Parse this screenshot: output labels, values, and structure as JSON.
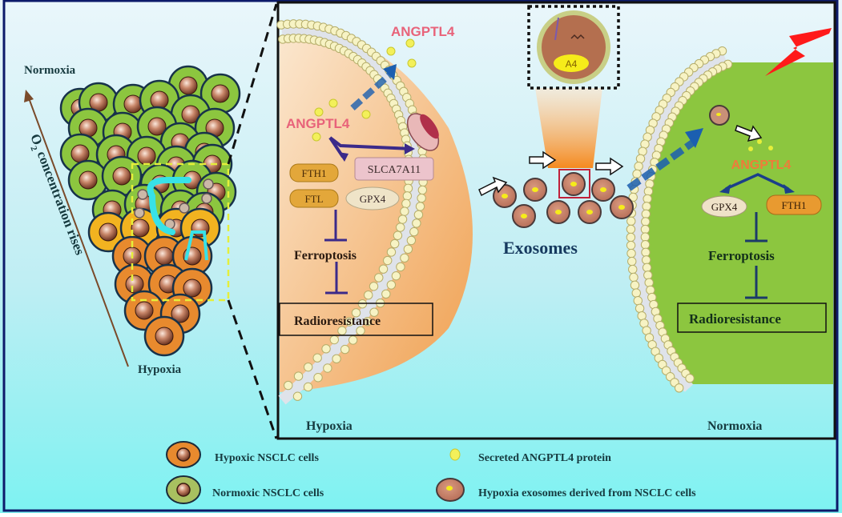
{
  "left_panel": {
    "top_label": "Normoxia",
    "bottom_label": "Hypoxia",
    "axis_label_prefix": "O",
    "axis_label_sub": "2",
    "axis_label_suffix": " concentration rises"
  },
  "hypoxic_cell": {
    "secreted_label": "ANGPTL4",
    "inner_label": "ANGPTL4",
    "proteins": [
      "FTH1",
      "FTL",
      "SLCA7A11",
      "GPX4"
    ],
    "ferroptosis": "Ferroptosis",
    "radioresistance": "Radioresistance",
    "region_label": "Hypoxia"
  },
  "exosome_panel": {
    "label": "Exosomes",
    "inset_label": "A4"
  },
  "normoxic_cell": {
    "angptl4": "ANGPTL4",
    "proteins": [
      "GPX4",
      "FTH1"
    ],
    "ferroptosis": "Ferroptosis",
    "radioresistance": "Radioresistance",
    "region_label": "Normoxia"
  },
  "legend": [
    {
      "label": "Hypoxic NSCLC cells",
      "icon": "hypoxic-cell-icon"
    },
    {
      "label": "Normoxic NSCLC cells",
      "icon": "normoxic-cell-icon"
    },
    {
      "label": "Secreted ANGPTL4 protein",
      "icon": "angptl4-dot-icon"
    },
    {
      "label": "Hypoxia exosomes derived from NSCLC cells",
      "icon": "exosome-icon"
    }
  ],
  "colors": {
    "angptl4_text": "#e8637a",
    "angptl4_orange": "#f07a3a",
    "normoxic_green": "#8cc63f",
    "hypoxic_orange": "#e88a2e",
    "arrow_blue": "#1b5fb0",
    "inhibit_purple": "#3b2a8a",
    "lightning_red": "#ff1a1a"
  }
}
